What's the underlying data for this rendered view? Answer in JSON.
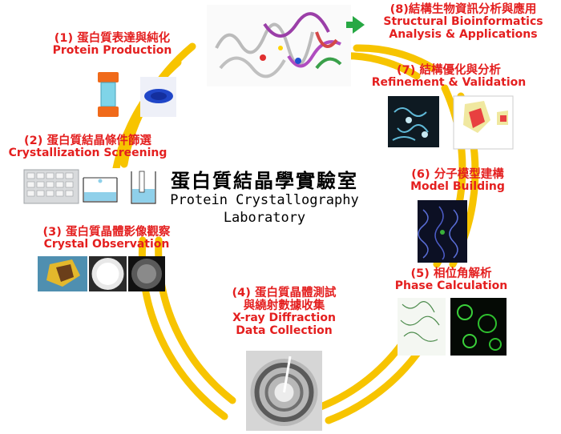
{
  "title": {
    "zh": "蛋白質結晶學實驗室",
    "en_line1": "Protein Crystallography",
    "en_line2": "Laboratory"
  },
  "steps": [
    {
      "zh": "(1) 蛋白質表達與純化",
      "en": "Protein Production"
    },
    {
      "zh": "(2) 蛋白質結晶條件篩選",
      "en": "Crystallization Screening"
    },
    {
      "zh": "(3) 蛋白質晶體影像觀察",
      "en": "Crystal Observation"
    },
    {
      "zh": "(4) 蛋白質晶體測試",
      "zh2": "與繞射數據收集",
      "en": "X-ray Diffraction",
      "en2": "Data Collection"
    },
    {
      "zh": "(5) 相位角解析",
      "en": "Phase Calculation"
    },
    {
      "zh": "(6) 分子模型建構",
      "en": "Model Building"
    },
    {
      "zh": "(7) 結構優化與分析",
      "en": "Refinement & Validation"
    },
    {
      "zh": "(8)結構生物資訊分析與應用",
      "en": "Structural Bioinformatics",
      "en2": "Analysis & Applications"
    }
  ],
  "colors": {
    "label_red": "#e41f1f",
    "cycle_yellow": "#f7c400",
    "arrow_green": "#27a844"
  },
  "icons": [
    "protein-structure-image",
    "centrifuge-tube-icon",
    "sds-gel-image",
    "crystallization-plate-image",
    "vapor-diffusion-diagram",
    "crystal-micrograph-image",
    "diffraction-pattern-image",
    "electron-density-map-image",
    "molprobity-plot-image",
    "model-density-image",
    "phase-map-image",
    "green-arrow-icon"
  ]
}
